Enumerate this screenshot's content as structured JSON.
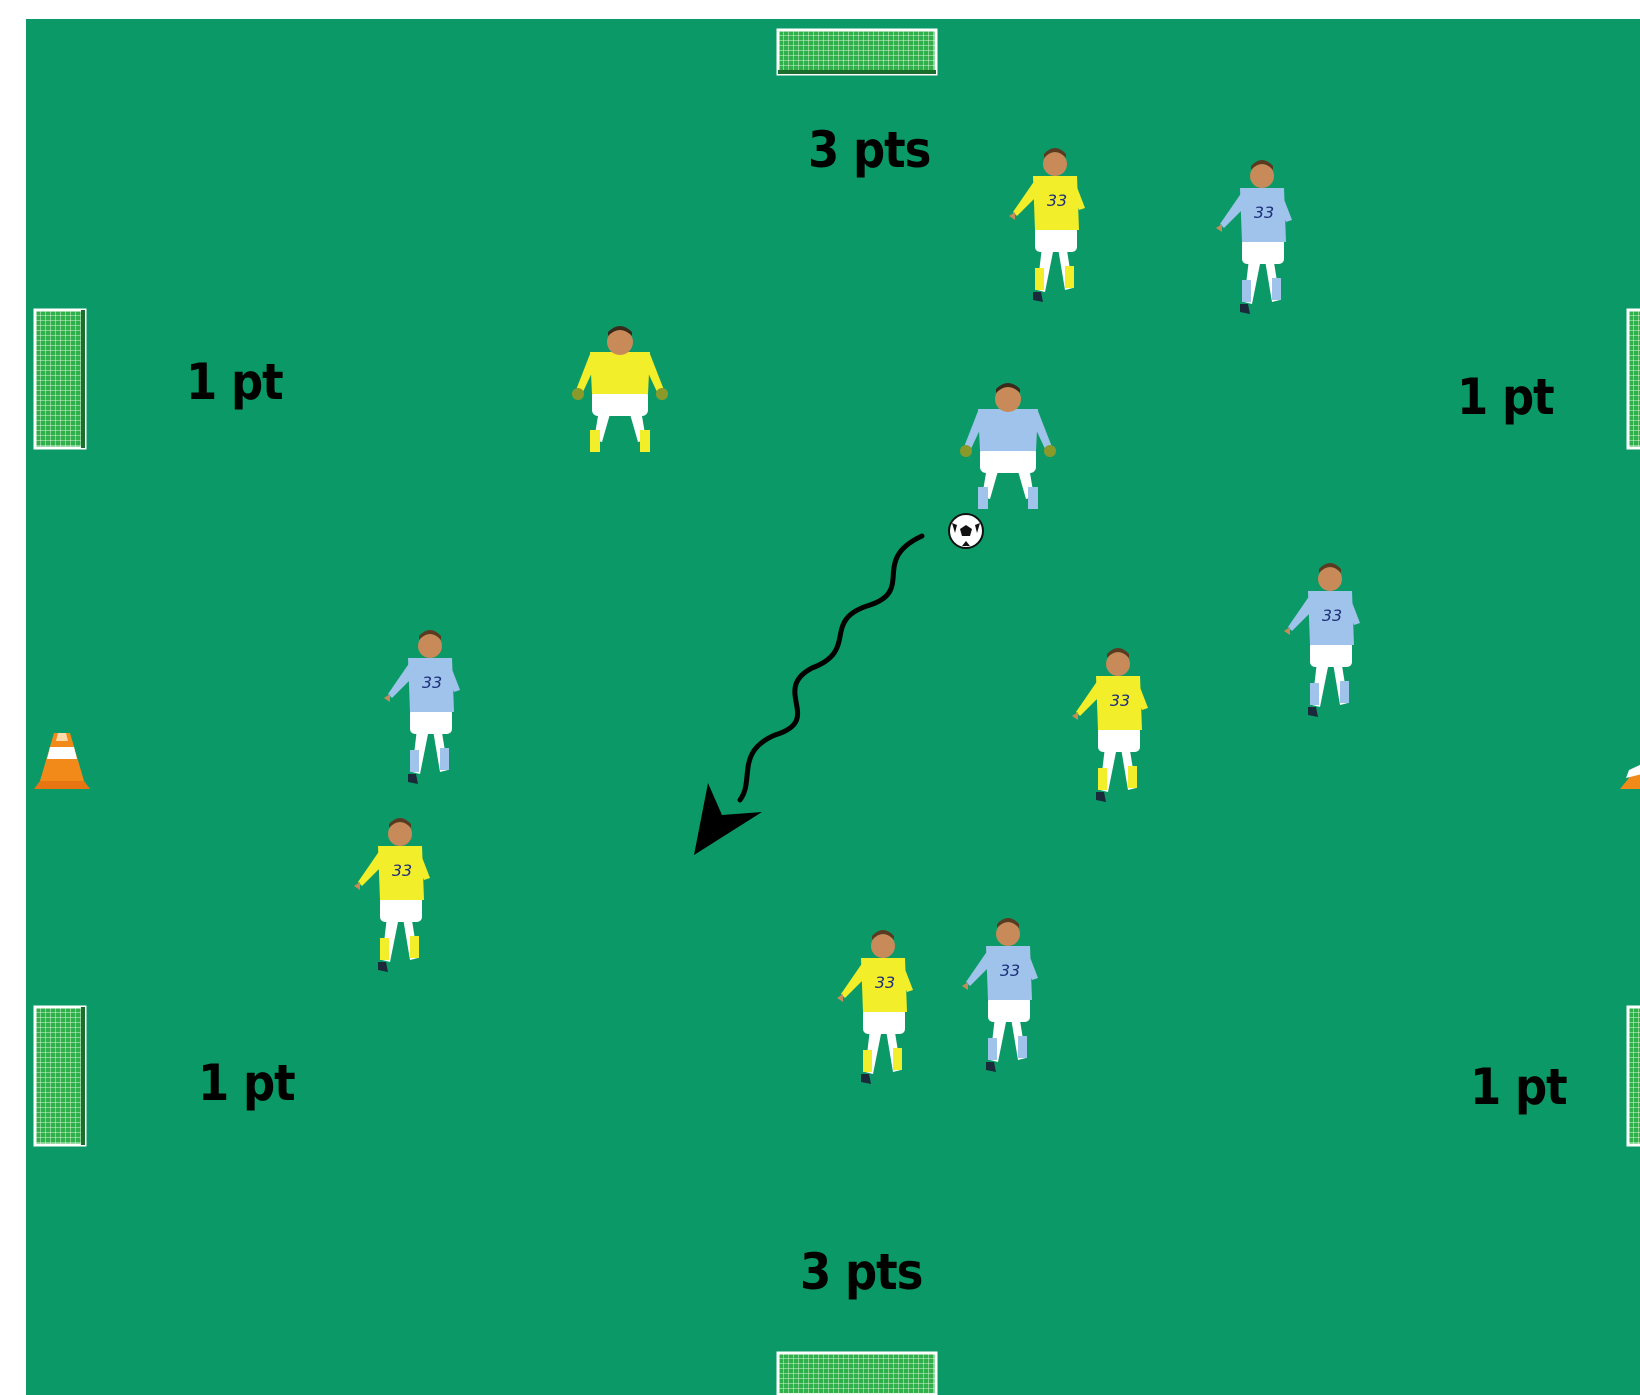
{
  "labels": {
    "top": "3 pts",
    "bottom": "3 pts",
    "top_left": "1 pt",
    "top_right": "1 pt",
    "bottom_left": "1 pt",
    "bottom_right": "1 pt"
  },
  "players": [
    {
      "team": "yellow",
      "number": "33"
    },
    {
      "team": "blue",
      "number": "33"
    },
    {
      "team": "yellow",
      "number": ""
    },
    {
      "team": "blue",
      "number": ""
    },
    {
      "team": "blue",
      "number": "33"
    },
    {
      "team": "blue",
      "number": "33"
    },
    {
      "team": "yellow",
      "number": "33"
    },
    {
      "team": "yellow",
      "number": "33"
    },
    {
      "team": "yellow",
      "number": "33"
    },
    {
      "team": "blue",
      "number": "33"
    }
  ],
  "colors": {
    "pitch": "#0b9a67",
    "team_yellow": "#f2ee2a",
    "team_blue": "#9fc3ea",
    "shorts": "#ffffff",
    "cone": "#f28a1a"
  },
  "icons": [
    "goal-icon",
    "cone-icon",
    "ball-icon",
    "dribble-arrow-icon"
  ]
}
